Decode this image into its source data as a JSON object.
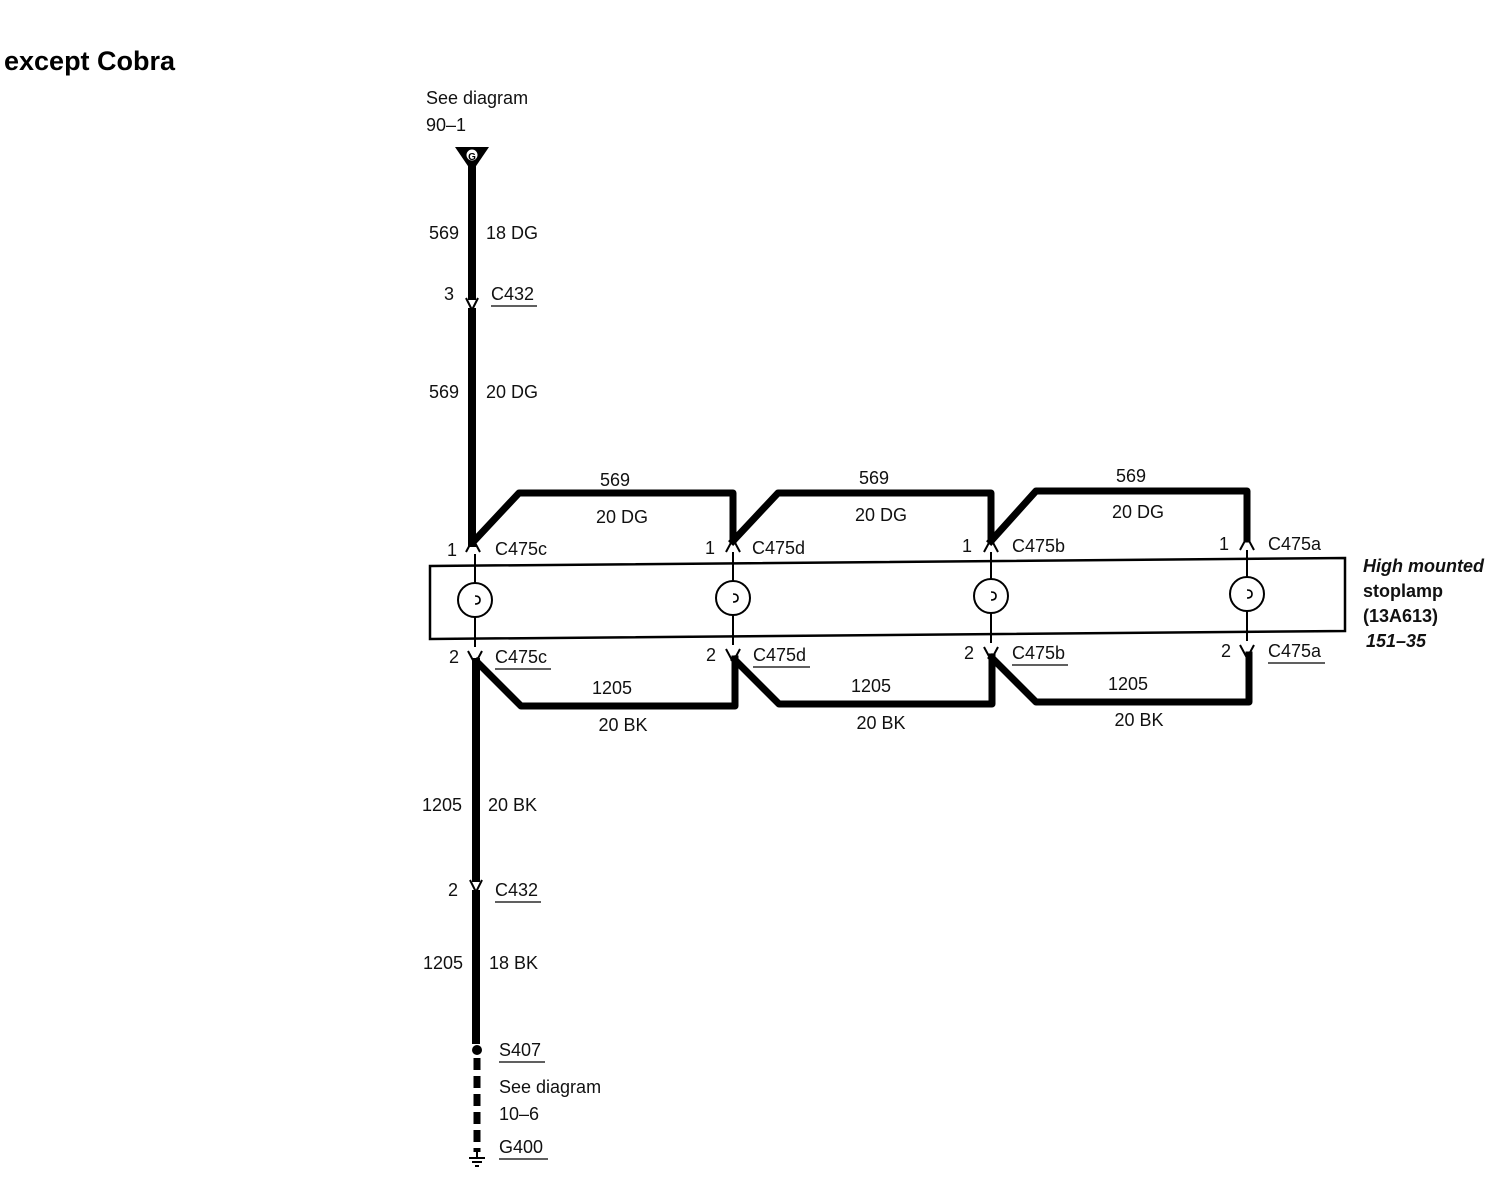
{
  "title": "except Cobra",
  "top_ref": {
    "line1": "See diagram",
    "line2": "90–1",
    "terminal_letter": "G"
  },
  "trunk_top": {
    "wire1": {
      "circuit": "569",
      "gauge_color": "18 DG"
    },
    "connector": {
      "pin": "3",
      "name": "C432"
    },
    "wire2": {
      "circuit": "569",
      "gauge_color": "20 DG"
    }
  },
  "power_jumpers": [
    {
      "circuit": "569",
      "gauge_color": "20 DG"
    },
    {
      "circuit": "569",
      "gauge_color": "20 DG"
    },
    {
      "circuit": "569",
      "gauge_color": "20 DG"
    }
  ],
  "ground_jumpers": [
    {
      "circuit": "1205",
      "gauge_color": "20 BK"
    },
    {
      "circuit": "1205",
      "gauge_color": "20 BK"
    },
    {
      "circuit": "1205",
      "gauge_color": "20 BK"
    }
  ],
  "lamp_connectors": [
    {
      "top_pin": "1",
      "top_name": "C475c",
      "bottom_pin": "2",
      "bottom_name": "C475c"
    },
    {
      "top_pin": "1",
      "top_name": "C475d",
      "bottom_pin": "2",
      "bottom_name": "C475d"
    },
    {
      "top_pin": "1",
      "top_name": "C475b",
      "bottom_pin": "2",
      "bottom_name": "C475b"
    },
    {
      "top_pin": "1",
      "top_name": "C475a",
      "bottom_pin": "2",
      "bottom_name": "C475a"
    }
  ],
  "component": {
    "name_line1": "High mounted",
    "name_line2": "stoplamp",
    "part_number": "(13A613)",
    "page_ref": "151–35"
  },
  "trunk_bottom": {
    "wire1": {
      "circuit": "1205",
      "gauge_color": "20 BK"
    },
    "connector": {
      "pin": "2",
      "name": "C432"
    },
    "wire2": {
      "circuit": "1205",
      "gauge_color": "18 BK"
    },
    "splice": "S407",
    "ref_line1": "See diagram",
    "ref_line2": "10–6",
    "ground": "G400"
  }
}
